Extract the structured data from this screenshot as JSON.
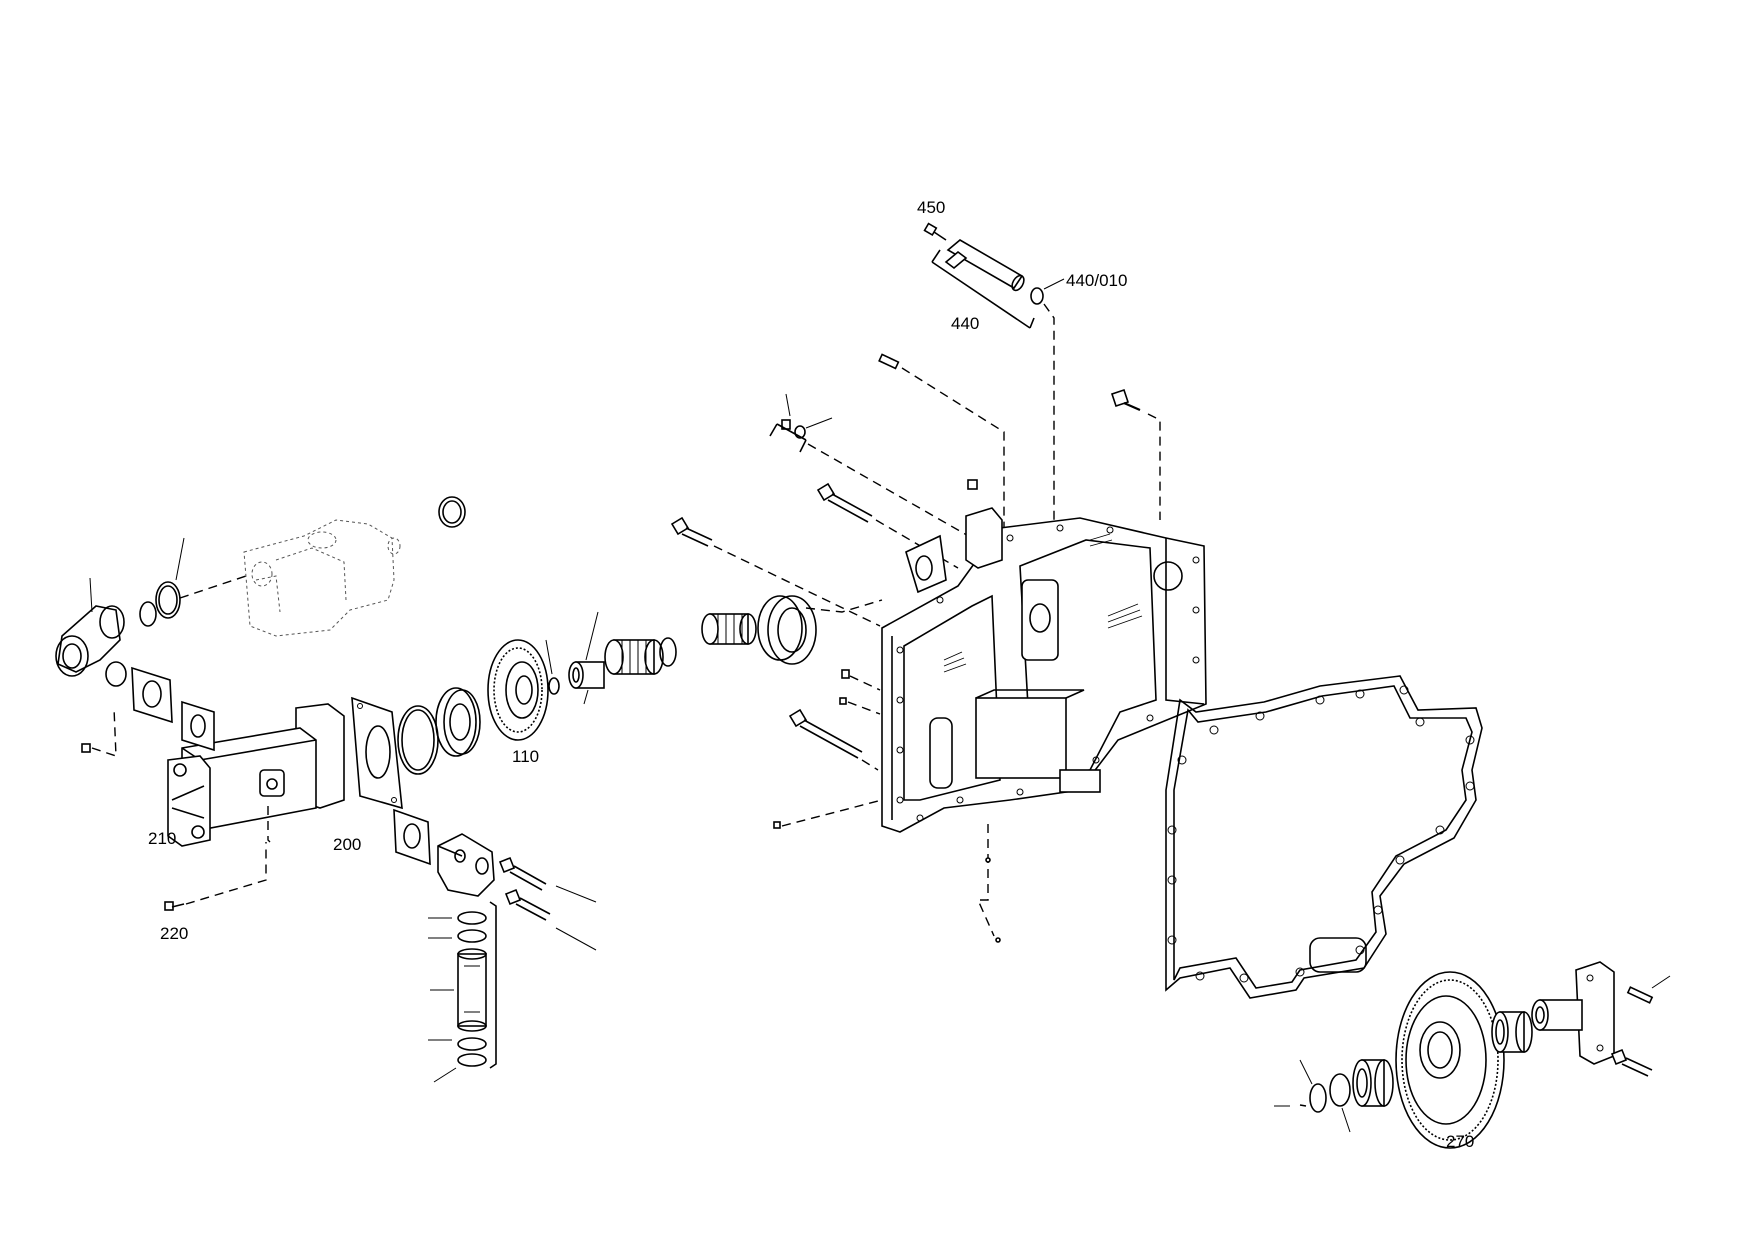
{
  "diagram": {
    "type": "exploded-parts-view",
    "callouts": [
      {
        "id": "450",
        "text": "450"
      },
      {
        "id": "440-010",
        "text": "440/010"
      },
      {
        "id": "440",
        "text": "440"
      },
      {
        "id": "110",
        "text": "110"
      },
      {
        "id": "210",
        "text": "210"
      },
      {
        "id": "200",
        "text": "200"
      },
      {
        "id": "220",
        "text": "220"
      },
      {
        "id": "270",
        "text": "270"
      }
    ]
  }
}
